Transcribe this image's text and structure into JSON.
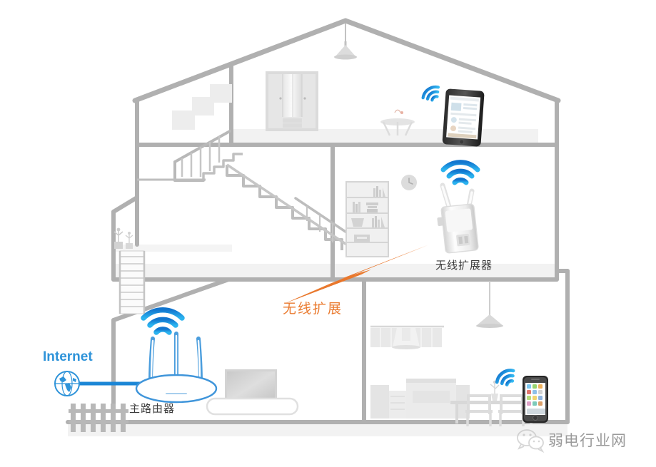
{
  "diagram": {
    "title_alt": "Home WiFi extension network topology cutaway illustration",
    "colors": {
      "wall": "#b3b3b3",
      "furniture": "#d9d9d9",
      "furniture_light": "#ececec",
      "wifi_blue": "#1b9fe8",
      "wifi_blue_dark": "#1276cf",
      "router_blue": "#2e93d9",
      "cable_blue": "#1b86d6",
      "accent_orange": "#ea7b30",
      "label_text": "#3b3b3b",
      "watermark_gray": "#9a9a9a",
      "floor_fill": "#f2f2f2"
    }
  },
  "labels": {
    "internet": "Internet",
    "main_router": "主路由器",
    "wireless_extender": "无线扩展器",
    "wireless_extension_link": "无线扩展",
    "watermark": "弱电行业网"
  },
  "nodes": [
    {
      "id": "internet",
      "label": "Internet",
      "icon": "globe-icon",
      "location": "outside-left"
    },
    {
      "id": "main-router",
      "label": "主路由器",
      "icon": "router-icon",
      "antennas": 3,
      "wifi_icon": "wifi-signal-icon",
      "location": "ground-floor-living-room"
    },
    {
      "id": "wireless-extender",
      "label": "无线扩展器",
      "icon": "wifi-extender-icon",
      "antennas": 2,
      "wifi_icon": "wifi-signal-icon",
      "location": "second-floor"
    },
    {
      "id": "tablet",
      "label": "",
      "icon": "tablet-icon",
      "wifi_icon": "wifi-signal-icon",
      "location": "attic-floor"
    },
    {
      "id": "smartphone",
      "label": "",
      "icon": "smartphone-icon",
      "wifi_icon": "wifi-signal-icon",
      "location": "ground-floor-kitchen"
    }
  ],
  "links": [
    {
      "id": "wan-link",
      "from": "internet",
      "to": "main-router",
      "style": "wired-cable",
      "color": "#1b86d6",
      "label": ""
    },
    {
      "id": "extension-link",
      "from": "main-router",
      "to": "wireless-extender",
      "style": "lightning-bolt",
      "color": "#ea7b30",
      "label": "无线扩展"
    }
  ],
  "scene_objects": [
    {
      "name": "roof",
      "type": "structure"
    },
    {
      "name": "picket-fence",
      "type": "exterior"
    },
    {
      "name": "exterior-stair",
      "type": "exterior"
    },
    {
      "name": "plant-pots",
      "type": "decor"
    },
    {
      "name": "staircase",
      "type": "structure"
    },
    {
      "name": "wardrobe",
      "type": "furniture"
    },
    {
      "name": "pendant-lamp-attic",
      "type": "lighting"
    },
    {
      "name": "pendant-lamp-kitchen",
      "type": "lighting"
    },
    {
      "name": "wall-picture-frames",
      "type": "decor"
    },
    {
      "name": "side-table",
      "type": "furniture"
    },
    {
      "name": "bookshelf",
      "type": "furniture"
    },
    {
      "name": "wall-clock",
      "type": "decor"
    },
    {
      "name": "television",
      "type": "furniture"
    },
    {
      "name": "tv-cabinet",
      "type": "furniture"
    },
    {
      "name": "kitchen-upper-cabinets",
      "type": "furniture"
    },
    {
      "name": "range-hood",
      "type": "appliance"
    },
    {
      "name": "kitchen-counter",
      "type": "furniture"
    },
    {
      "name": "dining-table",
      "type": "furniture"
    },
    {
      "name": "dining-chairs",
      "type": "furniture"
    },
    {
      "name": "flower-vase",
      "type": "decor"
    }
  ]
}
